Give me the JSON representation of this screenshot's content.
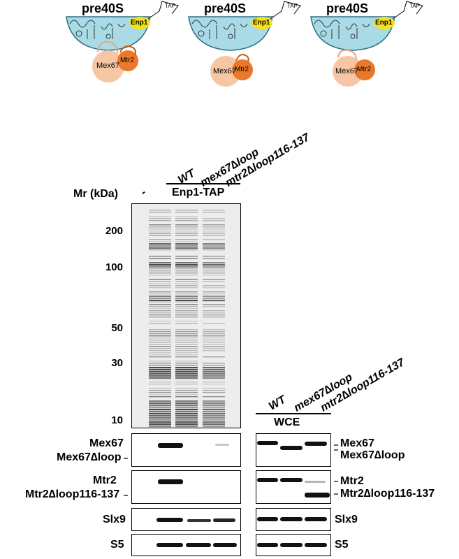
{
  "schematics": [
    {
      "title": "pre40S",
      "tag": "TAP",
      "enp1": "Enp1",
      "mex67": "Mex67",
      "mtr2": "Mtr2"
    },
    {
      "title": "pre40S",
      "tag": "TAP",
      "enp1": "Enp1",
      "mex67": "Mex67",
      "mtr2": "Mtr2"
    },
    {
      "title": "pre40S",
      "tag": "TAP",
      "enp1": "Enp1",
      "mex67": "Mex67",
      "mtr2": "Mtr2"
    }
  ],
  "lanes_left": [
    "WT",
    "mex67∆loop",
    "mtr2∆loop116-137"
  ],
  "lanes_right": [
    "WT",
    "mex67∆loop",
    "mtr2∆loop116-137"
  ],
  "mr_label": "Mr (kDa)",
  "dash_label": "-",
  "enp1_tap": "Enp1-TAP",
  "wce": "WCE",
  "markers": [
    "200",
    "100",
    "50",
    "30",
    "10"
  ],
  "blot_left_labels": {
    "mex67": "Mex67",
    "mex67_loop": "Mex67∆loop",
    "mtr2": "Mtr2",
    "mtr2_loop": "Mtr2∆loop116-137",
    "slx9": "Slx9",
    "s5": "S5"
  },
  "blot_right_labels": {
    "mex67": "Mex67",
    "mex67_loop": "Mex67∆loop",
    "mtr2": "Mtr2",
    "mtr2_loop": "Mtr2∆loop116-137",
    "slx9": "Slx9",
    "s5": "S5"
  },
  "colors": {
    "ribosome": "#a8dbe6",
    "enp1": "#f5e21a",
    "mex67": "#f7c6a4",
    "mtr2": "#e9782a"
  }
}
